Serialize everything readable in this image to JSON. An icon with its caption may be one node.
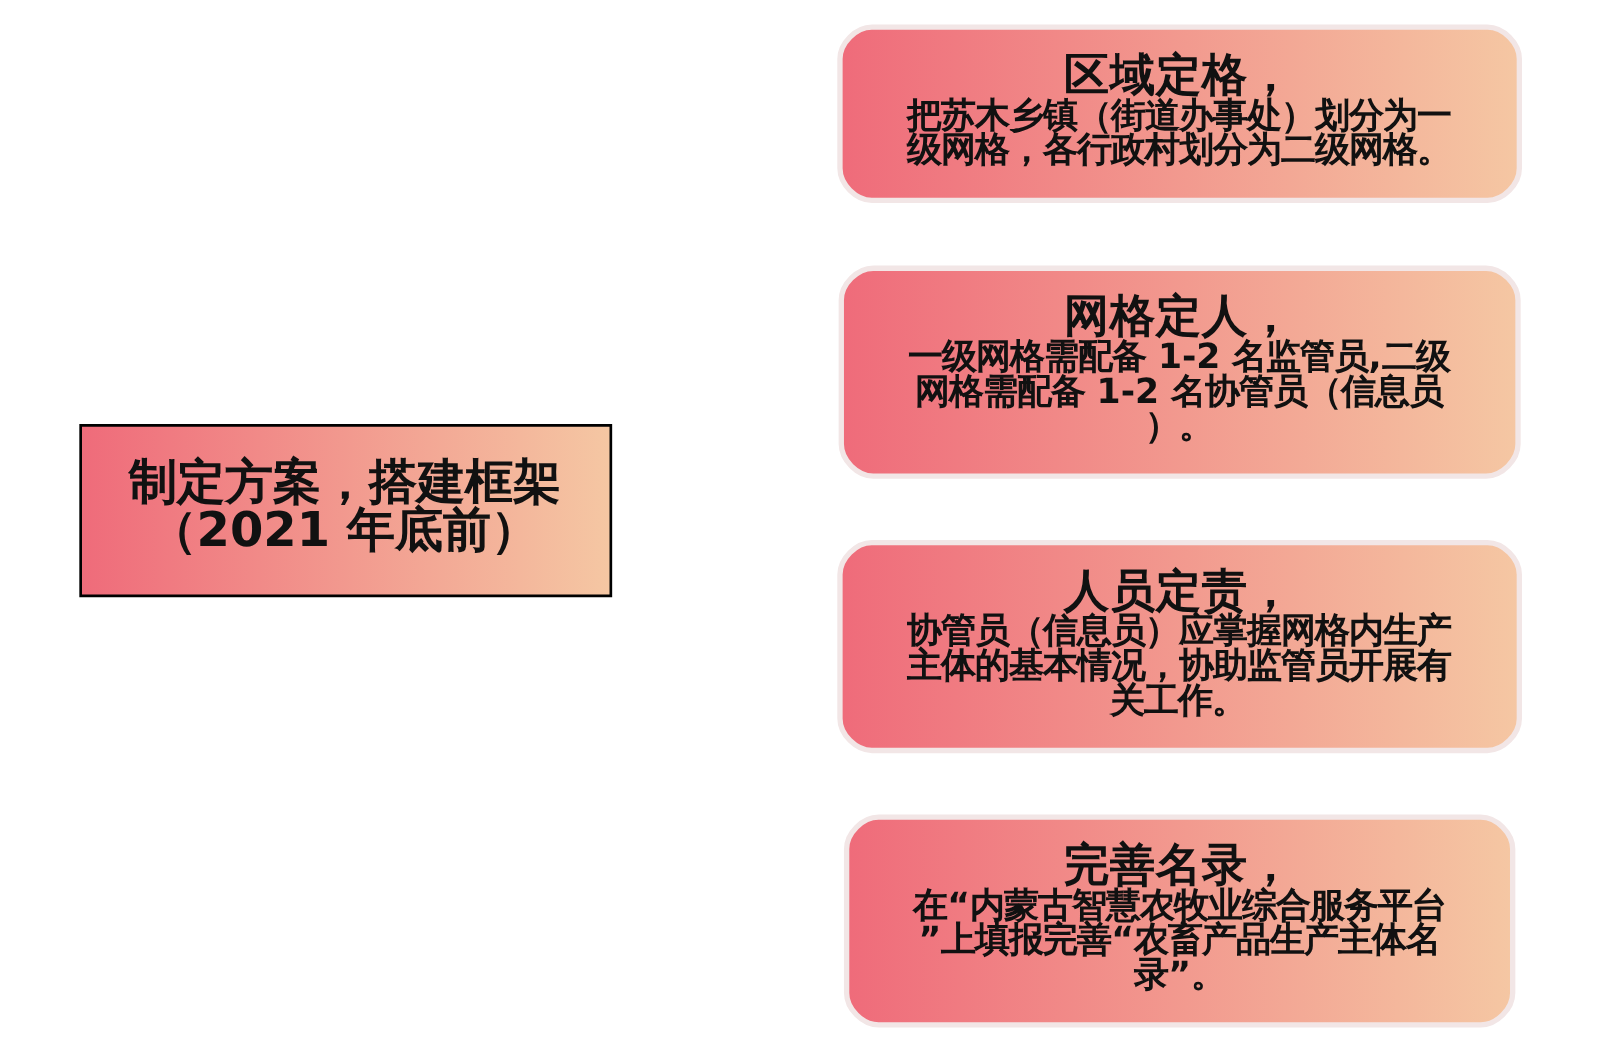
{
  "diagram": {
    "nodes": [
      {
        "text": [
          "制定方案，搭建框架（2021 年底前）"
        ]
      },
      {
        "text": [
          "区域定格，",
          "把苏木乡镇（街道办事处）划分为一级网格，各行政村划分为二级网格。"
        ]
      },
      {
        "text": [
          "网格定人，",
          "一级网格需配备 1-2 名监管员,二级网格需配备 1-2 名协管员（信息员）。"
        ]
      },
      {
        "text": [
          "人员定责，",
          "协管员（信息员）应掌握网格内生产主体的基本情况，协助监管员开展有关工作。"
        ]
      },
      {
        "text": [
          "完善名录，",
          "在“内蒙古智慧农牧业综合服务平台”上填报完善“农畜产品生产主体名录”。"
        ]
      }
    ]
  }
}
